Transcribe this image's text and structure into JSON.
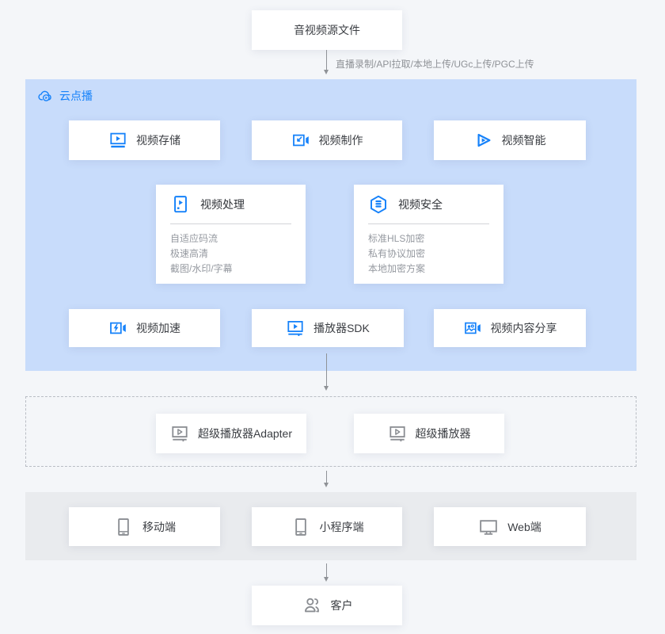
{
  "colors": {
    "accent_blue": "#1682fa",
    "vod_panel_bg": "#c8dcfb",
    "client_panel_bg": "#e9ebee",
    "page_bg": "#f4f6f9",
    "icon_gray": "#8a8d92"
  },
  "source_box": {
    "label": "音视频源文件"
  },
  "upload_arrow_label": "直播录制/API拉取/本地上传/UGc上传/PGC上传",
  "vod": {
    "title": "云点播",
    "row1": [
      {
        "label": "视频存储",
        "icon": "video-storage-icon"
      },
      {
        "label": "视频制作",
        "icon": "video-production-icon"
      },
      {
        "label": "视频智能",
        "icon": "video-intelligence-icon"
      }
    ],
    "row2": [
      {
        "title": "视频处理",
        "icon": "video-processing-icon",
        "items": [
          "自适应码流",
          "极速高清",
          "截图/水印/字幕"
        ]
      },
      {
        "title": "视频安全",
        "icon": "video-security-icon",
        "items": [
          "标准HLS加密",
          "私有协议加密",
          "本地加密方案"
        ]
      }
    ],
    "row3": [
      {
        "label": "视频加速",
        "icon": "video-acceleration-icon"
      },
      {
        "label": "播放器SDK",
        "icon": "player-sdk-icon"
      },
      {
        "label": "视频内容分享",
        "icon": "video-share-icon"
      }
    ]
  },
  "player_layer": {
    "boxes": [
      {
        "label": "超级播放器Adapter",
        "icon": "super-player-adapter-icon"
      },
      {
        "label": "超级播放器",
        "icon": "super-player-icon"
      }
    ]
  },
  "client_layer": {
    "boxes": [
      {
        "label": "移动端",
        "icon": "mobile-icon"
      },
      {
        "label": "小程序端",
        "icon": "miniprogram-icon"
      },
      {
        "label": "Web端",
        "icon": "web-icon"
      }
    ]
  },
  "customer_box": {
    "label": "客户",
    "icon": "customer-icon"
  }
}
